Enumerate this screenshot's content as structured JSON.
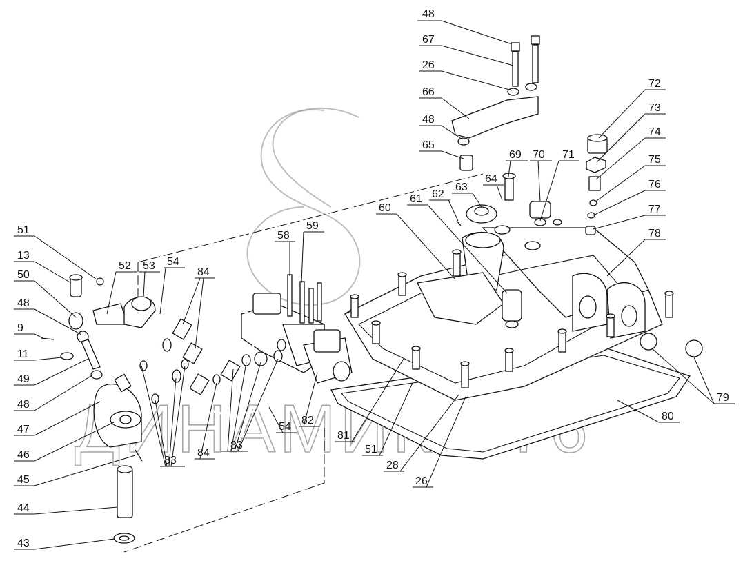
{
  "watermark_text": "ДИНАМИКА 76",
  "callouts": [
    {
      "id": "c-48-top",
      "label": "48"
    },
    {
      "id": "c-67",
      "label": "67"
    },
    {
      "id": "c-26-top",
      "label": "26"
    },
    {
      "id": "c-66",
      "label": "66"
    },
    {
      "id": "c-48-mid",
      "label": "48"
    },
    {
      "id": "c-65",
      "label": "65"
    },
    {
      "id": "c-69",
      "label": "69"
    },
    {
      "id": "c-70",
      "label": "70"
    },
    {
      "id": "c-71",
      "label": "71"
    },
    {
      "id": "c-72",
      "label": "72"
    },
    {
      "id": "c-73",
      "label": "73"
    },
    {
      "id": "c-74",
      "label": "74"
    },
    {
      "id": "c-75",
      "label": "75"
    },
    {
      "id": "c-76",
      "label": "76"
    },
    {
      "id": "c-77",
      "label": "77"
    },
    {
      "id": "c-78",
      "label": "78"
    },
    {
      "id": "c-63",
      "label": "63"
    },
    {
      "id": "c-64",
      "label": "64"
    },
    {
      "id": "c-62",
      "label": "62"
    },
    {
      "id": "c-61",
      "label": "61"
    },
    {
      "id": "c-60",
      "label": "60"
    },
    {
      "id": "c-58",
      "label": "58"
    },
    {
      "id": "c-59",
      "label": "59"
    },
    {
      "id": "c-51-left",
      "label": "51"
    },
    {
      "id": "c-13",
      "label": "13"
    },
    {
      "id": "c-52",
      "label": "52"
    },
    {
      "id": "c-53",
      "label": "53"
    },
    {
      "id": "c-54-top",
      "label": "54"
    },
    {
      "id": "c-84-top",
      "label": "84"
    },
    {
      "id": "c-50",
      "label": "50"
    },
    {
      "id": "c-48-left",
      "label": "48"
    },
    {
      "id": "c-9",
      "label": "9"
    },
    {
      "id": "c-11",
      "label": "11"
    },
    {
      "id": "c-49",
      "label": "49"
    },
    {
      "id": "c-48-low",
      "label": "48"
    },
    {
      "id": "c-47",
      "label": "47"
    },
    {
      "id": "c-46",
      "label": "46"
    },
    {
      "id": "c-45",
      "label": "45"
    },
    {
      "id": "c-44",
      "label": "44"
    },
    {
      "id": "c-43",
      "label": "43"
    },
    {
      "id": "c-83-a",
      "label": "83"
    },
    {
      "id": "c-84-low",
      "label": "84"
    },
    {
      "id": "c-83-b",
      "label": "83"
    },
    {
      "id": "c-54-low",
      "label": "54"
    },
    {
      "id": "c-82",
      "label": "82"
    },
    {
      "id": "c-81",
      "label": "81"
    },
    {
      "id": "c-51-low",
      "label": "51"
    },
    {
      "id": "c-28",
      "label": "28"
    },
    {
      "id": "c-26-low",
      "label": "26"
    },
    {
      "id": "c-79",
      "label": "79"
    },
    {
      "id": "c-80",
      "label": "80"
    }
  ]
}
